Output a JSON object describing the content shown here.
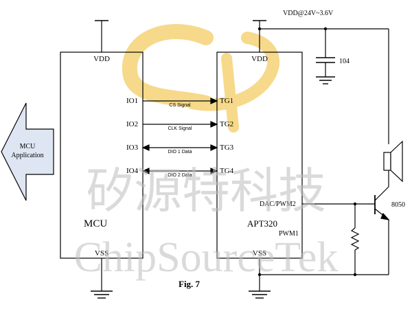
{
  "power": {
    "vdd_supply": "VDD@24V~3.6V"
  },
  "mcu": {
    "name": "MCU",
    "vdd": "VDD",
    "vss": "VSS",
    "pins": [
      "IO1",
      "IO2",
      "IO3",
      "IO4"
    ]
  },
  "apt": {
    "name": "APT320",
    "vdd": "VDD",
    "vss": "VSS",
    "pins": [
      "TG1",
      "TG2",
      "TG3",
      "TG4"
    ],
    "dac_pin": "DAC/PWM2",
    "pwm_pin": "PWM1"
  },
  "signals": [
    "CS Signal",
    "CLK Signal",
    "DIO 1 Data",
    "DIO 2 Data"
  ],
  "capacitor": "104",
  "transistor": "8050",
  "application": {
    "line1": "MCU",
    "line2": "Application"
  },
  "watermark": {
    "cn": "矽源特科技",
    "en": "ChipSourceTek"
  },
  "caption": "Fig. 7",
  "colors": {
    "arrow_fill": "#dde6f2",
    "logo": "#f6d98a",
    "watermark": "#bdbdbd"
  }
}
